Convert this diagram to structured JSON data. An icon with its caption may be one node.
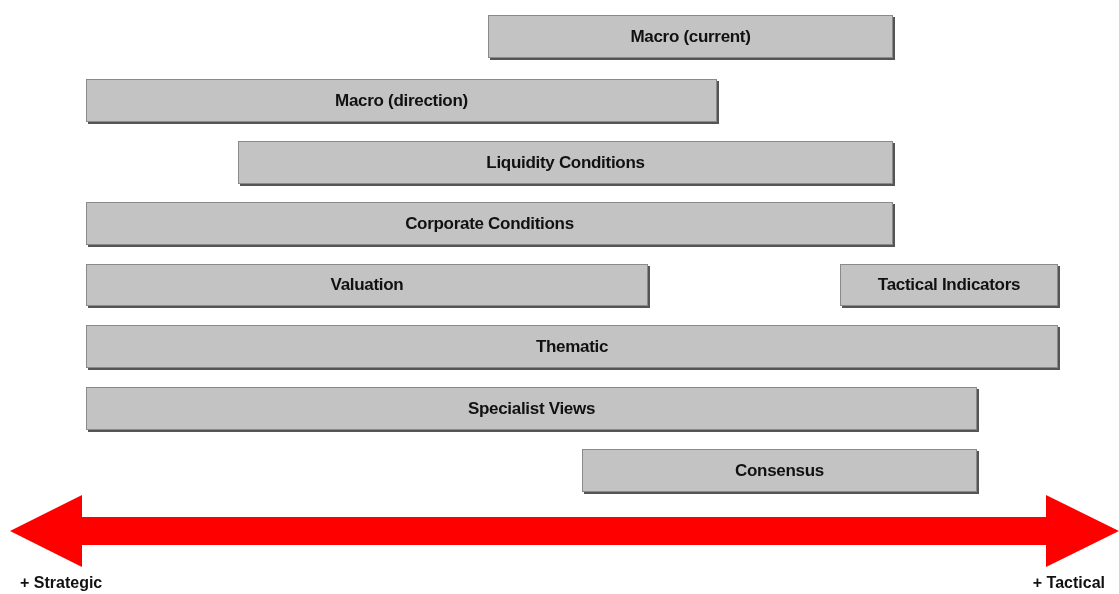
{
  "diagram": {
    "nodes": [
      {
        "text": [
          "Macro (current)"
        ]
      },
      {
        "text": [
          "Macro (direction)"
        ]
      },
      {
        "text": [
          "Liquidity Conditions"
        ]
      },
      {
        "text": [
          "Corporate Conditions"
        ]
      },
      {
        "text": [
          "Valuation"
        ]
      },
      {
        "text": [
          "Tactical Indicators"
        ]
      },
      {
        "text": [
          "Thematic"
        ]
      },
      {
        "text": [
          "Specialist Views"
        ]
      },
      {
        "text": [
          "Consensus"
        ]
      }
    ],
    "labels": [
      "+ Strategic",
      "+ Tactical"
    ]
  }
}
